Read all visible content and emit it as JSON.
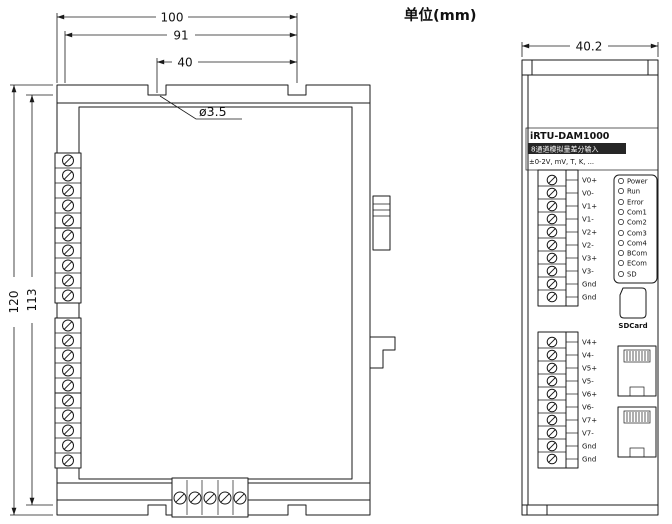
{
  "unit_note": "单位(mm)",
  "colors": {
    "line": "#1a1a1a",
    "label_bar_bg": "#262626"
  },
  "front_view": {
    "dim_width_overall": "100",
    "dim_width_inner": "91",
    "dim_slot_spacing": "40",
    "hole_callout": "ø3.5",
    "dim_height_overall": "120",
    "dim_height_inner": "113"
  },
  "side_view": {
    "dim_depth": "40.2",
    "label": {
      "model": "iRTU-DAM1000",
      "subtitle": "8通道模拟量差分输入",
      "signal_range": "±0-2V, mV, T, K, ..."
    },
    "terminal_block_top": {
      "labels": [
        "V0+",
        "V0-",
        "V1+",
        "V1-",
        "V2+",
        "V2-",
        "V3+",
        "V3-",
        "Gnd",
        "Gnd"
      ]
    },
    "terminal_block_bottom": {
      "labels": [
        "V4+",
        "V4-",
        "V5+",
        "V5-",
        "V6+",
        "V6-",
        "V7+",
        "V7-",
        "Gnd",
        "Gnd"
      ]
    },
    "led_panel": {
      "labels": [
        "Power",
        "Run",
        "Error",
        "Com1",
        "Com2",
        "Com3",
        "Com4",
        "BCom",
        "ECom",
        "SD"
      ]
    },
    "sd_card_label": "SDCard"
  }
}
